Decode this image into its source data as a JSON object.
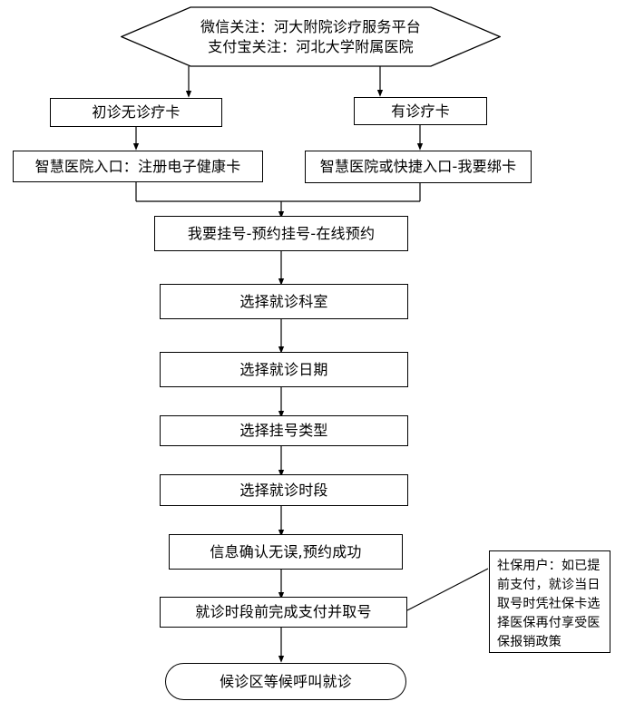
{
  "diagram": {
    "title_entry": {
      "line1": "微信关注：河大附院诊疗服务平台",
      "line2": "支付宝关注：河北大学附属医院"
    },
    "branch_left": {
      "step1": "初诊无诊疗卡",
      "step2": "智慧医院入口：注册电子健康卡"
    },
    "branch_right": {
      "step1": "有诊疗卡",
      "step2": "智慧医院或快捷入口-我要绑卡"
    },
    "main_flow": [
      {
        "id": "register",
        "label": "我要挂号-预约挂号-在线预约"
      },
      {
        "id": "department",
        "label": "选择就诊科室"
      },
      {
        "id": "date",
        "label": "选择就诊日期"
      },
      {
        "id": "type",
        "label": "选择挂号类型"
      },
      {
        "id": "timeslot",
        "label": "选择就诊时段"
      },
      {
        "id": "confirm",
        "label": "信息确认无误,预约成功"
      },
      {
        "id": "payment",
        "label": "就诊时段前完成支付并取号"
      }
    ],
    "terminal": "候诊区等候呼叫就诊",
    "side_note": "社保用户：如已提前支付，就诊当日取号时凭社保卡选择医保再付享受医保报销政策",
    "colors": {
      "stroke": "#000000",
      "fill": "#ffffff",
      "text": "#000000"
    }
  }
}
